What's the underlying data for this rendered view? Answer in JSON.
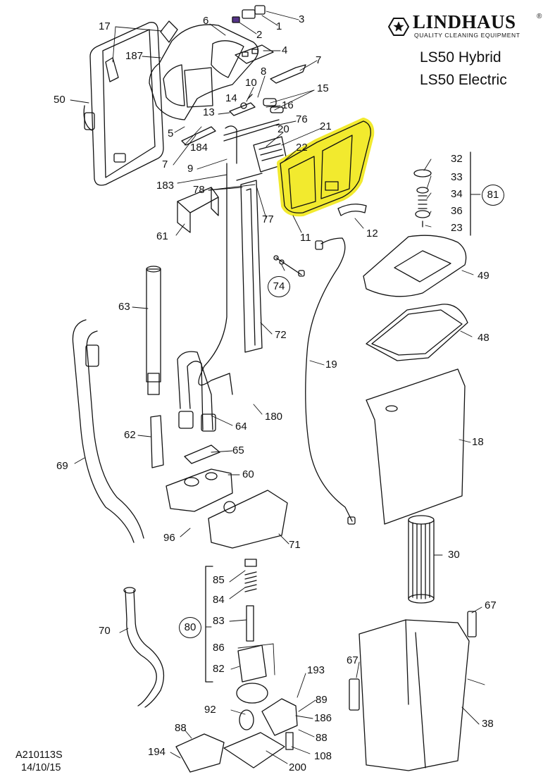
{
  "brand": {
    "name": "LINDHAUS",
    "registered": "®",
    "tagline": "QUALITY  CLEANING  EQUIPMENT",
    "logo_icon": "star-hexagon-logo"
  },
  "models": [
    "LS50 Hybrid",
    "LS50 Electric"
  ],
  "document_code": "A210113S",
  "document_date": "14/10/15",
  "highlight_color": "#f2ea2e",
  "labels": {
    "p1": "1",
    "p2": "2",
    "p3": "3",
    "p4": "4",
    "p5": "5",
    "p6": "6",
    "p7a": "7",
    "p7b": "7",
    "p8": "8",
    "p9": "9",
    "p10": "10",
    "p11": "11",
    "p12": "12",
    "p13": "13",
    "p14": "14",
    "p15": "15",
    "p16": "16",
    "p17": "17",
    "p18": "18",
    "p19": "19",
    "p20": "20",
    "p21": "21",
    "p22": "22",
    "p23": "23",
    "p30": "30",
    "p32": "32",
    "p33": "33",
    "p34": "34",
    "p36": "36",
    "p38": "38",
    "p48": "48",
    "p49": "49",
    "p50": "50",
    "p60": "60",
    "p61": "61",
    "p62": "62",
    "p63": "63",
    "p64": "64",
    "p65": "65",
    "p67a": "67",
    "p67b": "67",
    "p69": "69",
    "p70": "70",
    "p71": "71",
    "p72": "72",
    "p76": "76",
    "p77": "77",
    "p78": "78",
    "p82": "82",
    "p83": "83",
    "p84": "84",
    "p85": "85",
    "p86": "86",
    "p88a": "88",
    "p88b": "88",
    "p89": "89",
    "p92": "92",
    "p96": "96",
    "p108": "108",
    "p180": "180",
    "p183": "183",
    "p184": "184",
    "p186": "186",
    "p187": "187",
    "p193": "193",
    "p194": "194",
    "p200": "200"
  },
  "circled_labels": {
    "c74": "74",
    "c80": "80",
    "c81": "81"
  }
}
